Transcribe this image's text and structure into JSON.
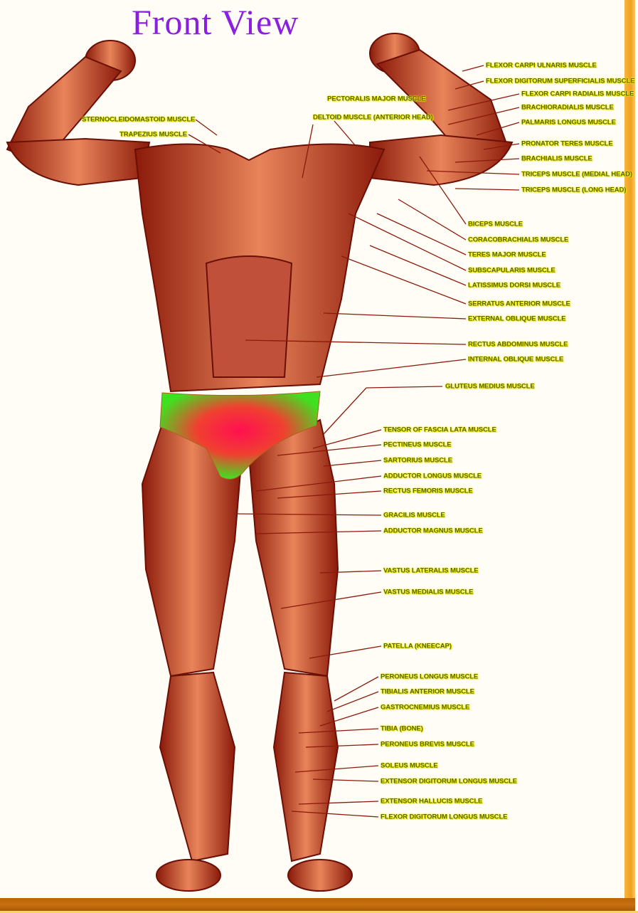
{
  "title": "Front View",
  "labels": [
    "STERNOCLEIDOMASTOID MUSCLE",
    "TRAPEZIUS MUSCLE",
    "PECTORALIS MAJOR MUSCLE",
    "DELTOID MUSCLE (ANTERIOR HEAD)",
    "FLEXOR CARPI ULNARIS MUSCLE",
    "FLEXOR DIGITORUM SUPERFICIALIS MUSCLE",
    "FLEXOR CARPI RADIALIS MUSCLE",
    "BRACHIORADIALIS MUSCLE",
    "PALMARIS LONGUS MUSCLE",
    "PRONATOR TERES MUSCLE",
    "BRACHIALIS MUSCLE",
    "TRICEPS MUSCLE (MEDIAL HEAD)",
    "TRICEPS MUSCLE (LONG HEAD)",
    "BICEPS MUSCLE",
    "CORACOBRACHIALIS MUSCLE",
    "TERES MAJOR MUSCLE",
    "SUBSCAPULARIS MUSCLE",
    "LATISSIMUS DORSI MUSCLE",
    "SERRATUS ANTERIOR MUSCLE",
    "EXTERNAL OBLIQUE MUSCLE",
    "RECTUS ABDOMINUS MUSCLE",
    "INTERNAL OBLIQUE MUSCLE",
    "GLUTEUS MEDIUS MUSCLE",
    "TENSOR OF FASCIA LATA MUSCLE",
    "PECTINEUS MUSCLE",
    "SARTORIUS MUSCLE",
    "ADDUCTOR LONGUS MUSCLE",
    "RECTUS FEMORIS MUSCLE",
    "GRACILIS MUSCLE",
    "ADDUCTOR MAGNUS MUSCLE",
    "VASTUS LATERALIS MUSCLE",
    "VASTUS MEDIALIS MUSCLE",
    "PATELLA (KNEECAP)",
    "PERONEUS LONGUS MUSCLE",
    "TIBIALIS ANTERIOR MUSCLE",
    "GASTROCNEMIUS MUSCLE",
    "TIBIA (BONE)",
    "PERONEUS BREVIS MUSCLE",
    "SOLEUS MUSCLE",
    "EXTENSOR DIGITORUM LONGUS MUSCLE",
    "EXTENSOR HALLUCIS MUSCLE",
    "FLEXOR DIGITORUM LONGUS MUSCLE"
  ],
  "colors": {
    "muscle": "#8b1a0a",
    "muscle_light": "#e8845a",
    "title": "#8a1fe0",
    "label": "#5a6a00",
    "frame": "#f0a020"
  }
}
